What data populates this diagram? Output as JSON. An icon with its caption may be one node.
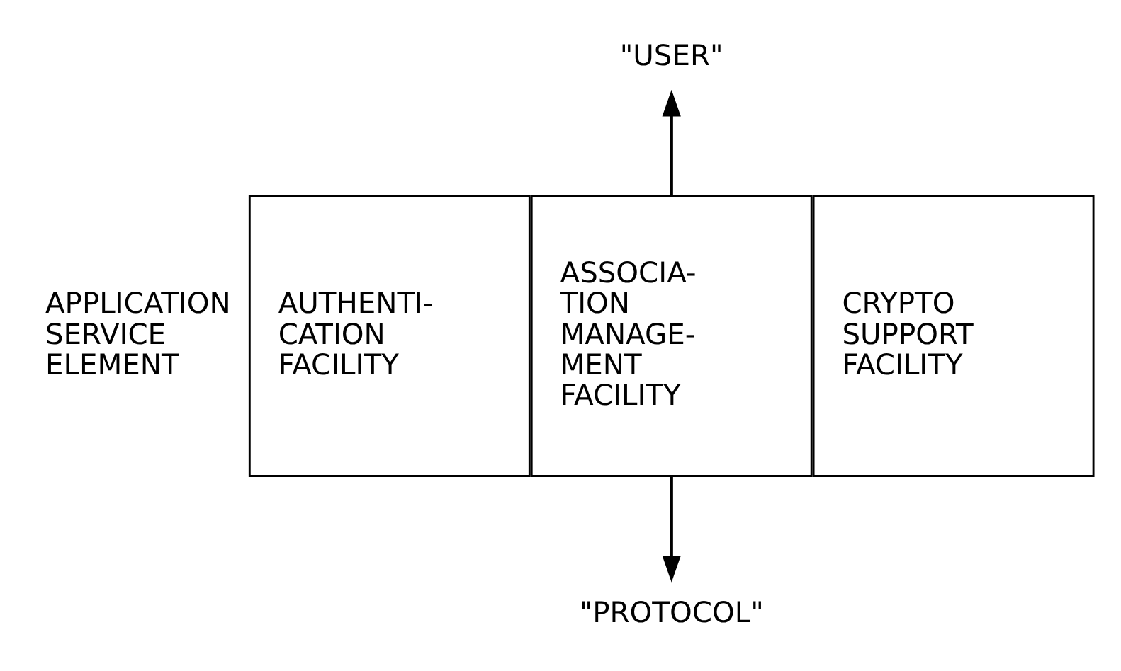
{
  "diagram": {
    "nodes": [
      {
        "text": [
          "AUTHENTI- CATION FACILITY"
        ]
      },
      {
        "text": [
          "ASSOCIA- TION MANAGE- MENT FACILITY"
        ]
      },
      {
        "text": [
          "CRYPTO SUPPORT FACILITY"
        ]
      },
      {
        "text": [
          "\"USER\""
        ]
      },
      {
        "text": [
          "\"PROTOCOL\""
        ]
      }
    ],
    "edges": [
      {
        "from": 1,
        "to": 3,
        "arrow": "to"
      },
      {
        "from": 1,
        "to": 4,
        "arrow": "to"
      }
    ],
    "labels": [
      "APPLICATION SERVICE ELEMENT"
    ]
  }
}
